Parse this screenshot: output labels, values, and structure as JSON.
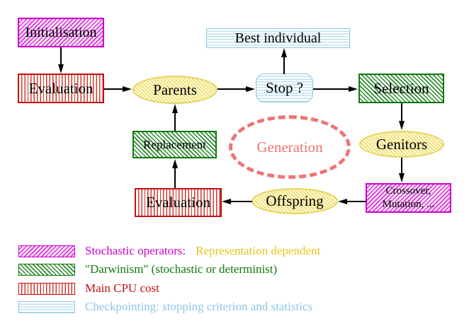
{
  "nodes": {
    "initialisation": {
      "label": "Initialisation"
    },
    "evaluation_top": {
      "label": "Evaluation"
    },
    "parents": {
      "label": "Parents"
    },
    "best_individual": {
      "label": "Best individual"
    },
    "stop": {
      "label": "Stop ?"
    },
    "selection": {
      "label": "Selection"
    },
    "genitors": {
      "label": "Genitors"
    },
    "crossover_mutation": {
      "line1": "Crossover,",
      "line2": "Mutation, ..."
    },
    "offspring": {
      "label": "Offspring"
    },
    "evaluation_bottom": {
      "label": "Evaluation"
    },
    "replacement": {
      "label": "Replacement"
    },
    "generation": {
      "label": "Generation"
    }
  },
  "legend": {
    "items": [
      {
        "swatch": "magenta-diagonal-hatch",
        "label": "Stochastic operators:",
        "label_secondary": "Representation dependent"
      },
      {
        "swatch": "green-diagonal-hatch",
        "label": "\"Darwinism\" (stochastic or determinist)"
      },
      {
        "swatch": "red-vertical-stripes",
        "label": "Main CPU cost"
      },
      {
        "swatch": "cyan-horizontal-stripes",
        "label": "Checkpointing: stopping criterion and statistics"
      }
    ]
  },
  "colors": {
    "magenta": "#cc00cc",
    "green": "#0e7a0e",
    "red": "#c41212",
    "yellow_border": "#e5d35e",
    "gold_text": "#e6c619",
    "cyan": "#8cc6dc",
    "cyan_text": "#8cc6e6",
    "salmon": "#ee7474",
    "background": "#ffffff"
  }
}
